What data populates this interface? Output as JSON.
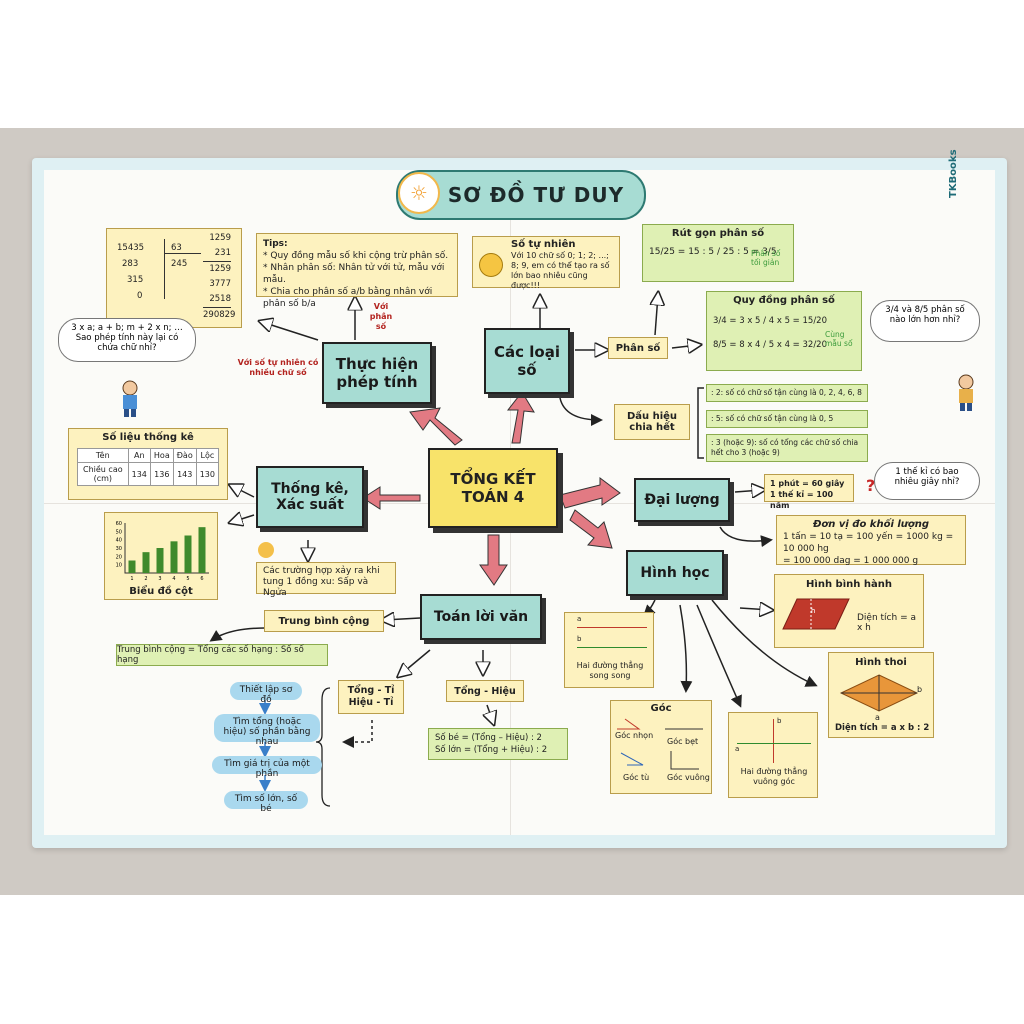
{
  "title": "SƠ ĐỒ TƯ DUY",
  "brand": "TKBooks",
  "center": "TỔNG KẾT TOÁN 4",
  "nodes": {
    "thuc_hien": "Thực hiện phép tính",
    "cac_loai_so": "Các loại số",
    "thong_ke": "Thống kê, Xác suất",
    "dai_luong": "Đại lượng",
    "hinh_hoc": "Hình học",
    "toan_loi_van": "Toán lời văn"
  },
  "division": {
    "dividend": "15435",
    "divisor": "63",
    "r1": "283",
    "quotient": "245",
    "r2": "315",
    "r3": "0"
  },
  "multiplication": [
    "1259",
    "231",
    "1259",
    "3777",
    "2518",
    "290829"
  ],
  "tips": {
    "label": "Tips:",
    "items": [
      "* Quy đồng mẫu số khi cộng trừ phân số.",
      "* Nhân phân số: Nhân tử với tử, mẫu với mẫu.",
      "* Chia cho phân số a/b bằng nhân với phân số b/a"
    ]
  },
  "label_voi_phan_so": "Với phân số",
  "label_voi_so_tu_nhien": "Với số tự nhiên có nhiều chữ số",
  "bubble_left": "3 x a; a + b; m + 2 x n; … Sao phép tính này lại có chứa chữ nhỉ?",
  "so_tu_nhien": {
    "title": "Số tự nhiên",
    "text": "Với 10 chữ số 0; 1; 2; ...; 8; 9, em có thể tạo ra số lớn bao nhiêu cũng được!!!"
  },
  "rut_gon": {
    "title": "Rút gọn phân số",
    "expr": "15/25 = 15 : 5 / 25 : 5 = 3/5",
    "note": "Phân số tối giản"
  },
  "quy_dong": {
    "title": "Quy đồng phân số",
    "row1": "3/4 = 3 x 5 / 4 x 5 = 15/20",
    "row2": "8/5 = 8 x 4 / 5 x 4 = 32/20",
    "note": "Cùng mẫu số"
  },
  "phan_so": "Phân số",
  "bubble_right": "3/4 và 8/5 phân số nào lớn hơn nhỉ?",
  "dau_hieu": {
    "title": "Dấu hiệu chia hết",
    "items": [
      ": 2: số có chữ số tận cùng là 0, 2, 4, 6, 8",
      ": 5: số có chữ số tận cùng là 0, 5",
      ": 3 (hoặc 9): số có tổng các chữ số chia hết cho 3 (hoặc 9)"
    ]
  },
  "so_lieu": {
    "title": "Số liệu thống kê",
    "header": [
      "Tên",
      "An",
      "Hoa",
      "Đào",
      "Lộc"
    ],
    "row_label": "Chiều cao (cm)",
    "values": [
      "134",
      "136",
      "143",
      "130"
    ]
  },
  "bieu_do_cot": {
    "title": "Biểu đồ cột",
    "y_ticks": [
      "60",
      "50",
      "40",
      "30",
      "20",
      "10"
    ],
    "x_ticks": [
      "1",
      "2",
      "3",
      "4",
      "5",
      "6"
    ],
    "values": [
      15,
      25,
      30,
      38,
      45,
      55
    ]
  },
  "xac_suat_text": "Các trường hợp xảy ra khi tung 1 đồng xu: Sấp và Ngửa",
  "dai_luong": {
    "time": [
      "1 phút = 60 giây",
      "1 thế kỉ = 100 năm"
    ],
    "question": "1 thế kỉ có bao nhiêu giây nhỉ?",
    "mass_title": "Đơn vị đo khối lượng",
    "mass_rows": [
      "1 tấn = 10 tạ = 100 yến = 1000 kg = 10 000 hg",
      "= 100 000 dag = 1 000 000 g"
    ]
  },
  "hinh_binh_hanh": {
    "title": "Hình bình hành",
    "label": "h",
    "area": "Diện tích = a x h"
  },
  "hinh_thoi": {
    "title": "Hình thoi",
    "label_a": "a",
    "label_b": "b",
    "area": "Diện tích = a x b : 2"
  },
  "song_song": {
    "a": "a",
    "b": "b",
    "text": "Hai đường thẳng song song"
  },
  "goc": {
    "title": "Góc",
    "items": [
      "Góc nhọn",
      "Góc bẹt",
      "Góc tù",
      "Góc vuông"
    ]
  },
  "vuong_goc": {
    "a": "a",
    "b": "b",
    "text": "Hai đường thẳng vuông góc"
  },
  "trung_binh": {
    "title": "Trung bình cộng",
    "formula": "Trung bình cộng = Tổng các số hạng : Số số hạng"
  },
  "tong_ti": "Tổng - Tỉ Hiệu - Tỉ",
  "tong_hieu": {
    "title": "Tổng - Hiệu",
    "rows": [
      "Số bé = (Tổng – Hiệu) : 2",
      "Số lớn = (Tổng + Hiệu) : 2"
    ]
  },
  "steps": [
    "Thiết lập sơ đồ",
    "Tìm tổng (hoặc hiệu) số phần bằng nhau",
    "Tìm giá trị của một phần",
    "Tìm số lớn, số bé"
  ],
  "colors": {
    "teal": "#a7dcd3",
    "yellow": "#fdf2bf",
    "green": "#dff0b4",
    "arrow_red": "#e27a83",
    "center": "#f8e36a"
  }
}
